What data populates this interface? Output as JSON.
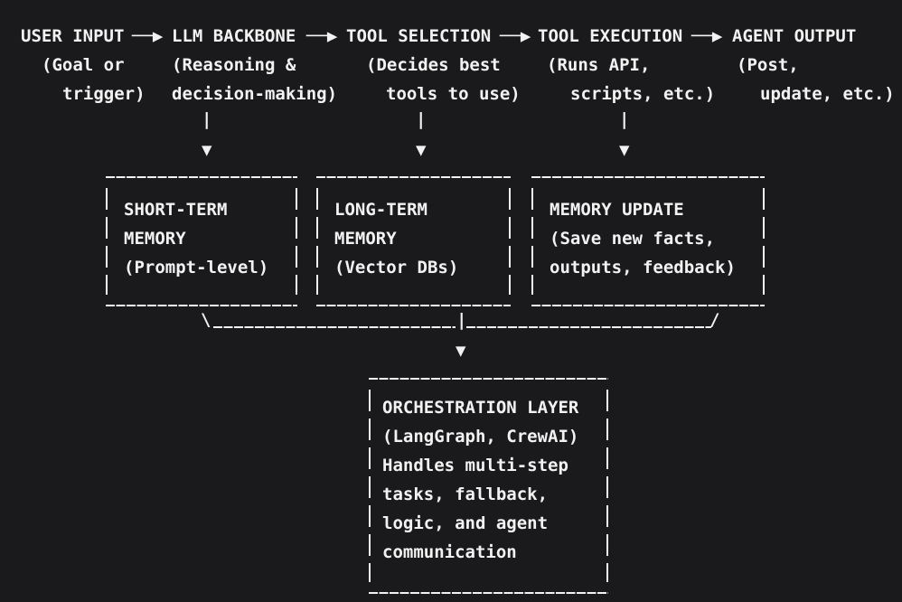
{
  "canvas": {
    "bg": "#1a1a1c",
    "fg": "#f2f2f2"
  },
  "flow": {
    "arrow_right": "──▶",
    "nodes": [
      {
        "title": "USER INPUT",
        "sub1": "(Goal or",
        "sub2": "trigger)"
      },
      {
        "title": "LLM BACKBONE",
        "sub1": "(Reasoning &",
        "sub2": "decision-making)"
      },
      {
        "title": "TOOL SELECTION",
        "sub1": "(Decides best",
        "sub2": "tools to use)"
      },
      {
        "title": "TOOL EXECUTION",
        "sub1": "(Runs API,",
        "sub2": "scripts, etc.)"
      },
      {
        "title": "AGENT OUTPUT",
        "sub1": "(Post,",
        "sub2": "update, etc.)"
      }
    ]
  },
  "connectors": {
    "pipe": "|",
    "arrow_down": "▼",
    "backslash": "\\",
    "slash": "/"
  },
  "memory_boxes": [
    {
      "lines": [
        "SHORT-TERM",
        "MEMORY",
        "(Prompt-level)"
      ]
    },
    {
      "lines": [
        "LONG-TERM",
        "MEMORY",
        "(Vector DBs)"
      ]
    },
    {
      "lines": [
        "MEMORY UPDATE",
        "(Save new facts,",
        "outputs, feedback)"
      ]
    }
  ],
  "orchestration_box": {
    "lines": [
      "ORCHESTRATION LAYER",
      "(LangGraph, CrewAI)",
      "Handles multi-step",
      "tasks, fallback,",
      "logic, and agent",
      "communication"
    ]
  }
}
